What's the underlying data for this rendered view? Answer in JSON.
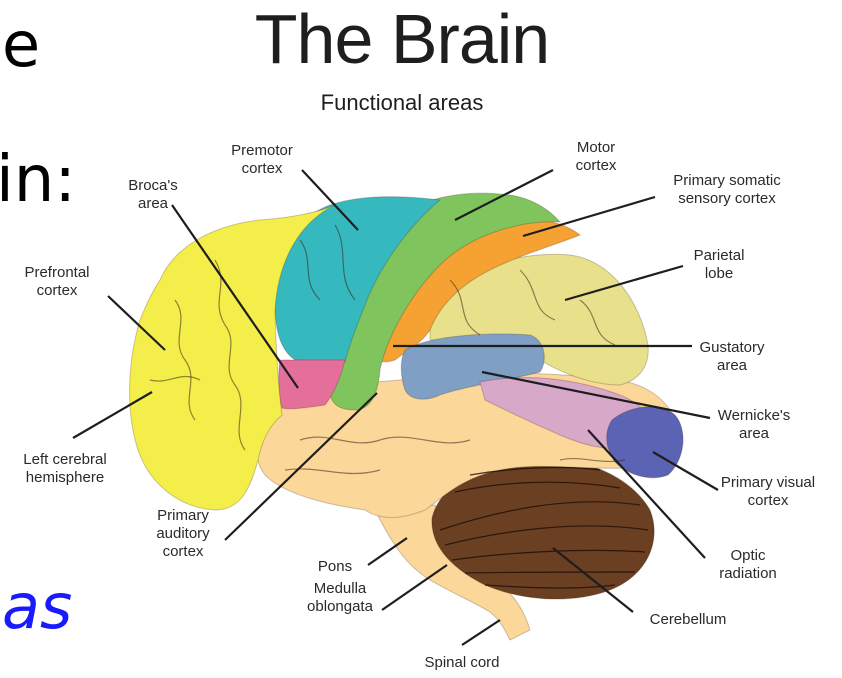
{
  "slide_fragments": {
    "top": "e",
    "middle": "in:",
    "bottom": "as"
  },
  "diagram": {
    "title": "The Brain",
    "subtitle": "Functional areas",
    "regions": {
      "prefrontal": {
        "color": "#f4ee4a"
      },
      "premotor": {
        "color": "#36b8bf"
      },
      "motor": {
        "color": "#7fc45c"
      },
      "somatic": {
        "color": "#f5a233"
      },
      "parietal": {
        "color": "#e8e08a"
      },
      "brocas": {
        "color": "#e46f9a"
      },
      "gustatory": {
        "color": "#7f9fc4"
      },
      "wernickes": {
        "color": "#d8a8c8"
      },
      "visual": {
        "color": "#5b63b5"
      },
      "temporal": {
        "color": "#fbd79a"
      },
      "cerebellum": {
        "color": "#6a3f22"
      },
      "brainstem": {
        "color": "#fbd79a"
      }
    },
    "labels": {
      "premotor": [
        "Premotor",
        "cortex"
      ],
      "motor": [
        "Motor",
        "cortex"
      ],
      "brocas": [
        "Broca's",
        "area"
      ],
      "somatic": [
        "Primary somatic",
        "sensory cortex"
      ],
      "prefrontal": [
        "Prefrontal",
        "cortex"
      ],
      "parietal": [
        "Parietal",
        "lobe"
      ],
      "gustatory": [
        "Gustatory",
        "area"
      ],
      "wernickes": [
        "Wernicke's",
        "area"
      ],
      "left_hemisphere": [
        "Left cerebral",
        "hemisphere"
      ],
      "visual": [
        "Primary visual",
        "cortex"
      ],
      "auditory": [
        "Primary",
        "auditory",
        "cortex"
      ],
      "optic": [
        "Optic",
        "radiation"
      ],
      "pons": [
        "Pons"
      ],
      "medulla": [
        "Medulla",
        "oblongata"
      ],
      "cerebellum": [
        "Cerebellum"
      ],
      "spinal": [
        "Spinal cord"
      ]
    }
  }
}
